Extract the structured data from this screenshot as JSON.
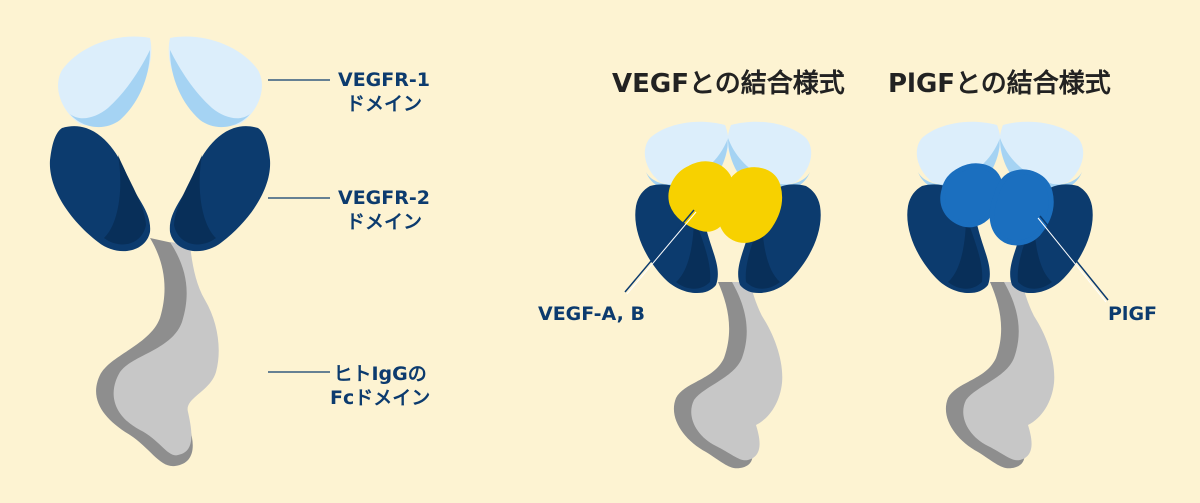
{
  "left_diagram": {
    "labels": {
      "vegfr1": {
        "line1": "VEGFR-1",
        "line2": "ドメイン"
      },
      "vegfr2": {
        "line1": "VEGFR-2",
        "line2": "ドメイン"
      },
      "fc": {
        "line1": "ヒトIgGの",
        "line2": "Fcドメイン"
      }
    }
  },
  "panels": [
    {
      "title": "VEGFとの結合様式",
      "ligand_label": "VEGF-A, B"
    },
    {
      "title": "PlGFとの結合様式",
      "ligand_label": "PlGF"
    }
  ],
  "colors": {
    "background": "#fdf3d2",
    "vegfr1_light": "#dceefb",
    "vegfr1_mid": "#a5d3f3",
    "vegfr2_dark": "#0c3b6e",
    "vegfr2_darker": "#082f59",
    "fc_light": "#c7c7c7",
    "fc_dark": "#8e8e8e",
    "vegf_ligand": "#f7d100",
    "plgf_ligand": "#1b6fbf",
    "text": "#0c3b6e",
    "title_text": "#222222"
  }
}
